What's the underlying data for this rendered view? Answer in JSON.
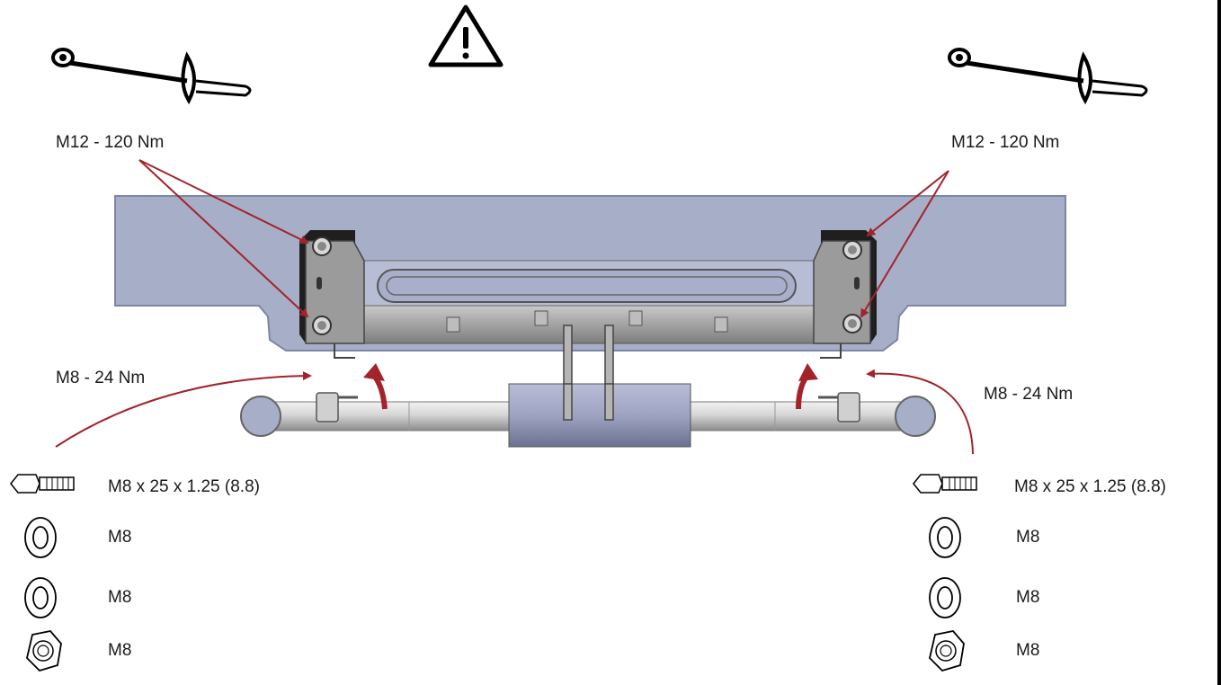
{
  "torque_labels": {
    "top_left": "M12 - 120 Nm",
    "top_right": "M12 - 120 Nm",
    "mid_left": "M8 - 24 Nm",
    "mid_right": "M8 - 24 Nm"
  },
  "parts_left": [
    {
      "icon": "bolt-icon",
      "label": "M8 x 25 x 1.25 (8.8)"
    },
    {
      "icon": "washer-icon",
      "label": "M8"
    },
    {
      "icon": "washer-icon",
      "label": "M8"
    },
    {
      "icon": "nut-icon",
      "label": "M8"
    }
  ],
  "parts_right": [
    {
      "icon": "bolt-icon",
      "label": "M8 x 25 x 1.25 (8.8)"
    },
    {
      "icon": "washer-icon",
      "label": "M8"
    },
    {
      "icon": "washer-icon",
      "label": "M8"
    },
    {
      "icon": "nut-icon",
      "label": "M8"
    }
  ],
  "colors": {
    "arrow": "#a3232b",
    "plate": "#a7aec8",
    "plate_edge": "#7f86a3",
    "steel": "#c4c4c4",
    "steel_dark": "#5a5a5a"
  }
}
